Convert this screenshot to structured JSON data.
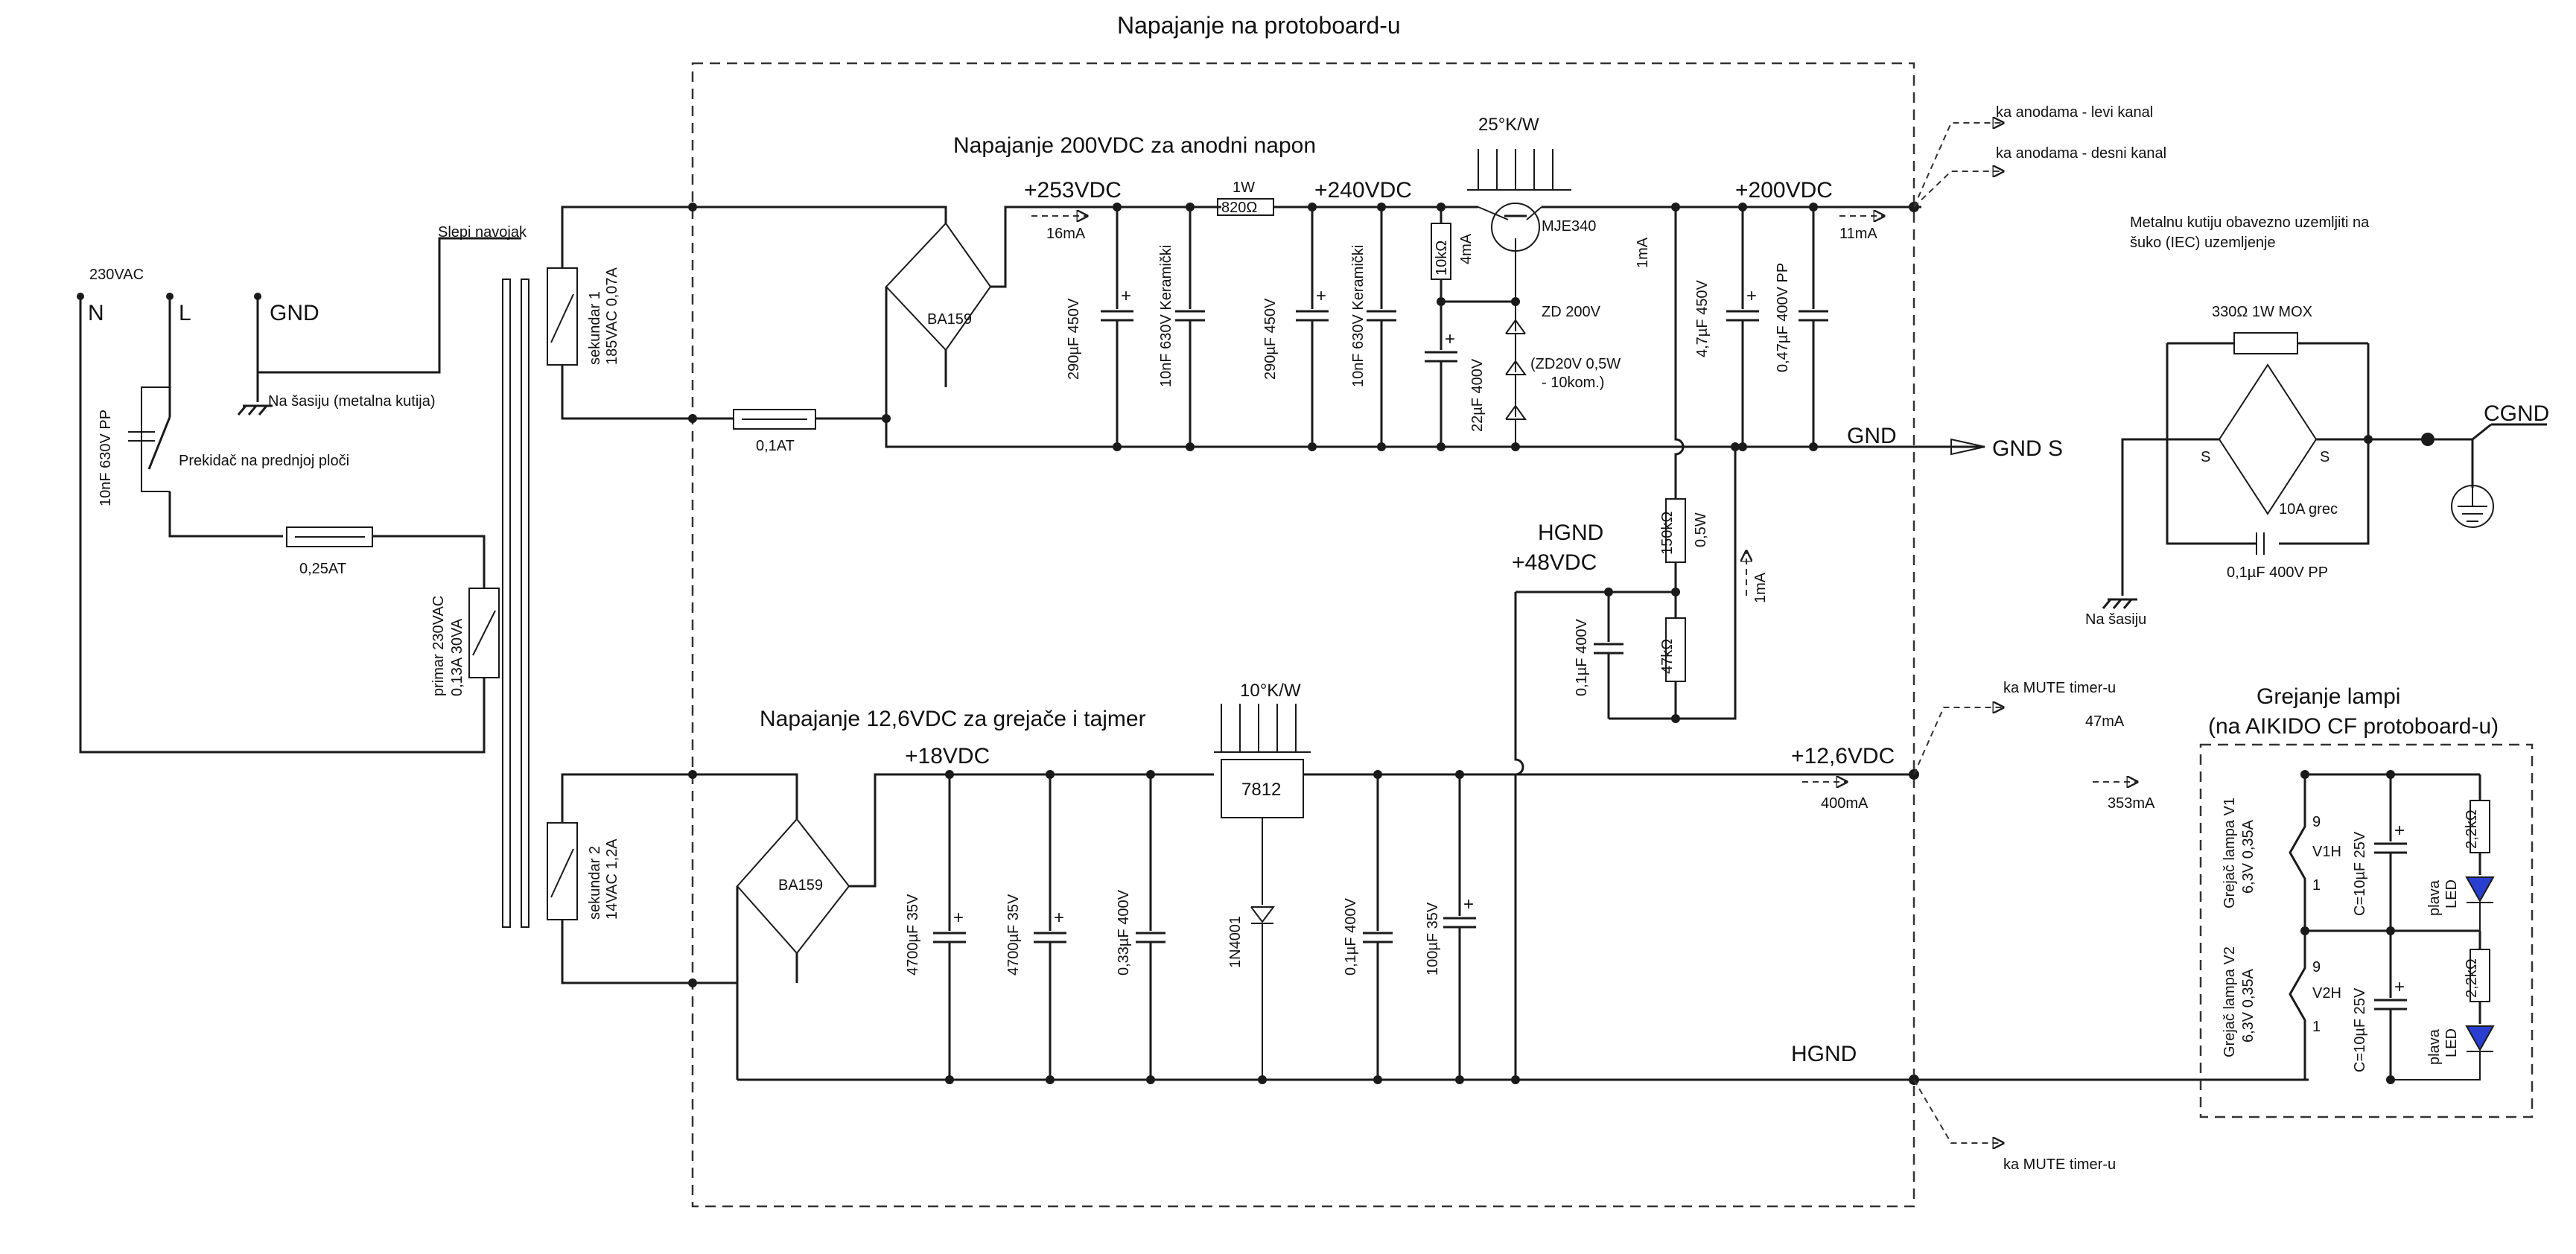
{
  "titles": {
    "protoboard": "Napajanje na protoboard-u",
    "anode_supply": "Napajanje 200VDC za anodni napon",
    "heater_supply": "Napajanje 12,6VDC za grejače i tajmer",
    "heating_title1": "Grejanje lampi",
    "heating_title2": "(na AIKIDO CF protoboard-u)"
  },
  "mains": {
    "voltage": "230VAC",
    "n": "N",
    "l": "L",
    "gnd": "GND",
    "chassis": "Na šasiju (metalna kutija)",
    "cap": "10nF 630V PP",
    "switch": "Prekidač na prednjoj ploči",
    "fuse": "0,25AT",
    "blind_winding": "Slepi navojak"
  },
  "transformer": {
    "primary1": "primar 230VAC",
    "primary2": "0,13A  30VA",
    "sec1_1": "sekundar 1",
    "sec1_2": "185VAC 0,07A",
    "sec2_1": "sekundar 2",
    "sec2_2": "14VAC 1,2A"
  },
  "anode": {
    "fuse": "0,1AT",
    "bridge": "BA159",
    "v253": "+253VDC",
    "i16": "16mA",
    "c1": "290µF 450V",
    "c2": "10nF 630V Keramički",
    "r_power": "1W",
    "r_val": "820Ω",
    "v240": "+240VDC",
    "c3": "290µF 450V",
    "c4": "10nF 630V Keramički",
    "heatsink": "25°K/W",
    "r10k": "10kΩ",
    "i4": "4mA",
    "transistor": "MJE340",
    "zd": "ZD 200V",
    "zd2": "(ZD20V 0,5W",
    "zd3": "- 10kom.)",
    "c22": "22µF 400V",
    "i1": "1mA",
    "c47": "4,7µF 450V",
    "c047": "0,47µF 400V PP",
    "v200": "+200VDC",
    "i11": "11mA",
    "gnd": "GND",
    "gnd_s": "GND S",
    "to_left": "ka anodama - levi kanal",
    "to_right": "ka anodama - desni kanal"
  },
  "hgnd_div": {
    "hgnd": "HGND",
    "v48": "+48VDC",
    "r150": "150kΩ",
    "r150w": "0,5W",
    "r47": "47kΩ",
    "c01": "0,1µF 400V",
    "i1": "1mA"
  },
  "heater": {
    "bridge": "BA159",
    "v18": "+18VDC",
    "c4700a": "4700µF 35V",
    "c4700b": "4700µF 35V",
    "c033": "0,33µF 400V",
    "heatsink": "10°K/W",
    "reg": "7812",
    "diode": "1N4001",
    "c01": "0,1µF 400V",
    "c100": "100µF 35V",
    "v126": "+12,6VDC",
    "i400": "400mA",
    "i353": "353mA",
    "hgnd": "HGND",
    "mute_top": "ka MUTE timer-u",
    "i47": "47mA",
    "mute_bottom": "ka MUTE timer-u"
  },
  "lamps": {
    "v1_a": "Grejač lampa V1",
    "v1_b": "6,3V 0,35A",
    "v1": "V1H",
    "v2_a": "Grejač lampa V2",
    "v2_b": "6,3V 0,35A",
    "v2": "V2H",
    "pin9": "9",
    "pin1": "1",
    "cap": "C=10µF 25V",
    "res": "2,2kΩ",
    "led1": "plava",
    "led2": "LED"
  },
  "cgnd": {
    "note1": "Metalnu kutiju obavezno  uzemljiti na",
    "note2": "šuko (IEC) uzemljenje",
    "res": "330Ω 1W MOX",
    "bridge": "10A grec",
    "cap": "0,1µF 400V PP",
    "chassis": "Na šasiju",
    "cgnd": "CGND",
    "s": "S"
  },
  "colors": {
    "wire": "#1a1a1a",
    "led": "#2a3fd0"
  }
}
